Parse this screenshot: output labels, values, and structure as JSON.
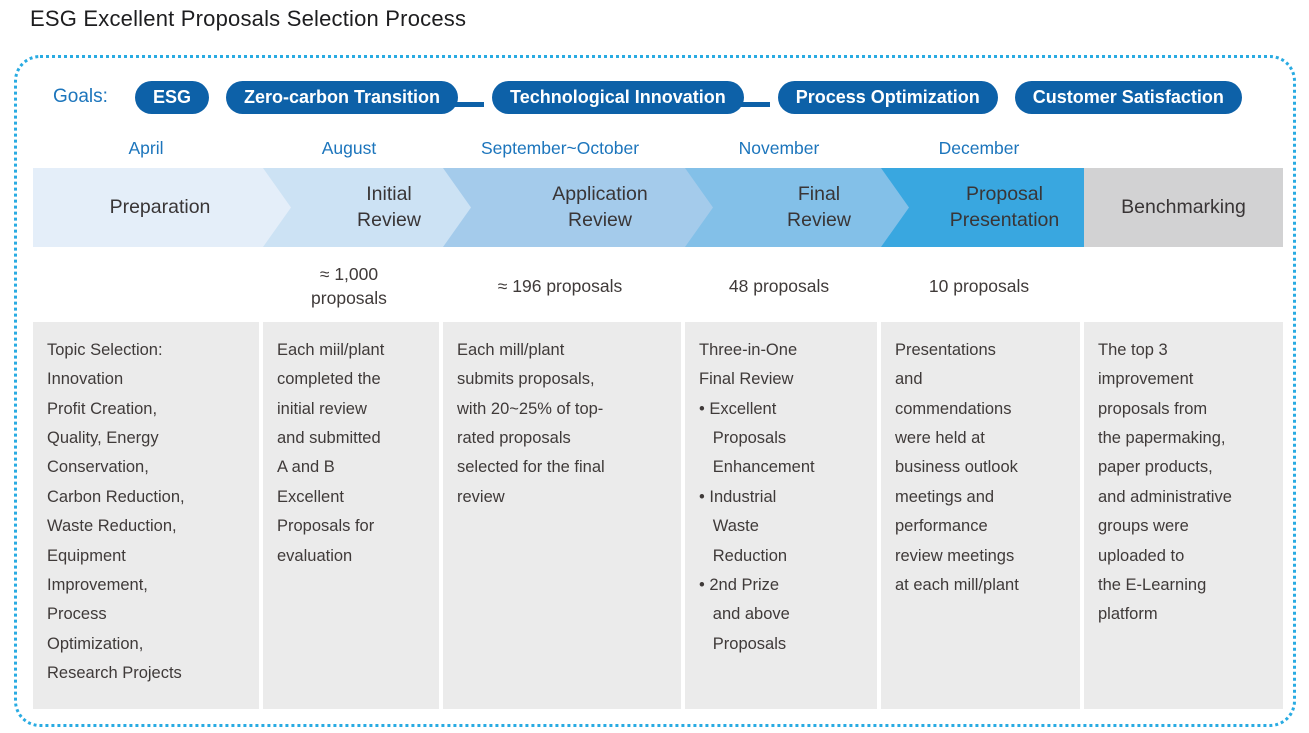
{
  "title": "ESG Excellent Proposals Selection Process",
  "goals": {
    "label": "Goals:",
    "pills": [
      {
        "label": "ESG"
      },
      {
        "label": "Zero-carbon Transition"
      },
      {
        "label": "Technological Innovation"
      },
      {
        "label": "Process Optimization"
      },
      {
        "label": "Customer Satisfaction"
      }
    ]
  },
  "stages": [
    {
      "label": "Preparation",
      "month": "April",
      "count": "",
      "color": "#e4eef9",
      "description": "Topic Selection:\nInnovation\nProfit Creation,\nQuality, Energy\nConservation,\nCarbon Reduction,\nWaste Reduction,\nEquipment\nImprovement,\nProcess\nOptimization,\nResearch Projects"
    },
    {
      "label": "Initial\nReview",
      "month": "August",
      "count": "≈ 1,000\nproposals",
      "color": "#cce2f4",
      "description": "Each miil/plant\ncompleted the\ninitial review\nand submitted\nA and B\nExcellent\nProposals for\nevaluation"
    },
    {
      "label": "Application\nReview",
      "month": "September~October",
      "count": "≈ 196 proposals",
      "color": "#a4cbeb",
      "description": "Each mill/plant\nsubmits proposals,\nwith 20~25% of top-\nrated proposals\nselected for the final\nreview"
    },
    {
      "label": "Final\nReview",
      "month": "November",
      "count": "48 proposals",
      "color": "#83c0e8",
      "description": "Three-in-One\nFinal Review\n• Excellent\n   Proposals\n   Enhancement\n• Industrial\n   Waste\n   Reduction\n• 2nd Prize\n   and above\n   Proposals"
    },
    {
      "label": "Proposal\nPresentation",
      "month": "December",
      "count": "10 proposals",
      "color": "#39a7e0",
      "description": "Presentations\nand\ncommendations\nwere held at\nbusiness outlook\nmeetings and\nperformance\nreview meetings\nat each mill/plant"
    },
    {
      "label": "Benchmarking",
      "month": "",
      "count": "",
      "color": "#d2d2d3",
      "description": "The top 3\nimprovement\nproposals from\nthe papermaking,\npaper products,\nand administrative\ngroups were\nuploaded to\nthe E-Learning\nplatform"
    }
  ],
  "colors": {
    "pill_blue": "#0d61a8",
    "label_blue": "#1c75bc",
    "border_cyan": "#29abe2",
    "box_gray": "#ebebeb",
    "benchmark_gray": "#d2d2d3",
    "body_text": "#3f3a39"
  }
}
